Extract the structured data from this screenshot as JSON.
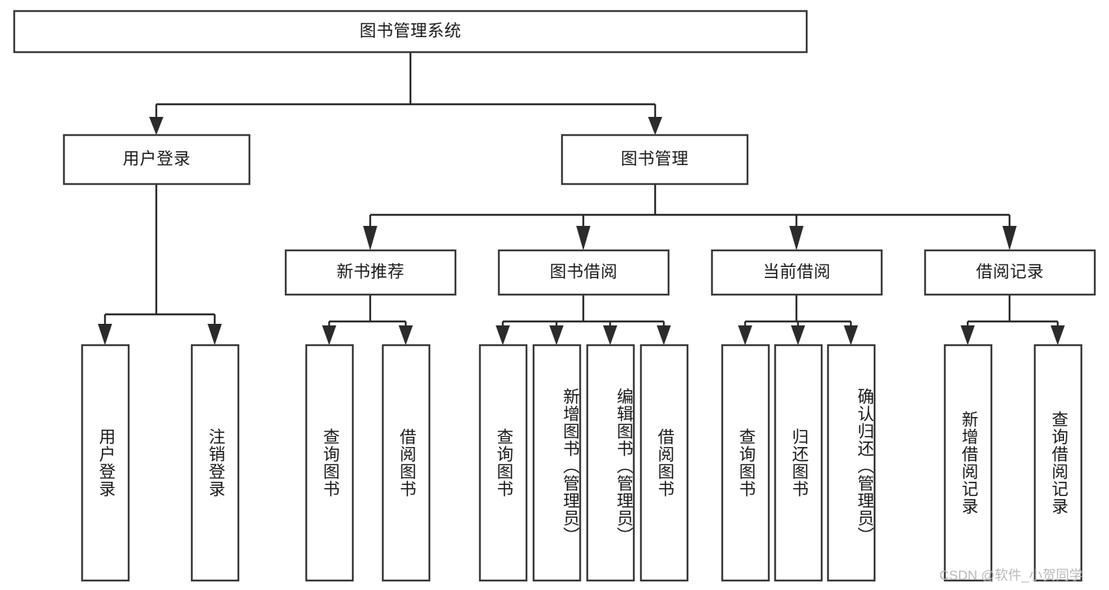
{
  "diagram": {
    "type": "hierarchy-tree",
    "title": "图书管理系统",
    "watermark": "CSDN @软件_小贺同学",
    "colors": {
      "box_stroke": "#3a3a3a",
      "connector": "#2b2b2b",
      "box_fill": "#ffffff",
      "text": "#1a1a1a",
      "watermark": "#b9b9b9"
    },
    "root": {
      "label": "图书管理系统"
    },
    "level2": [
      {
        "label": "用户登录"
      },
      {
        "label": "图书管理"
      }
    ],
    "level3": [
      {
        "label": "新书推荐"
      },
      {
        "label": "图书借阅"
      },
      {
        "label": "当前借阅"
      },
      {
        "label": "借阅记录"
      }
    ],
    "leaves": {
      "user_login": [
        {
          "label": "用户登录"
        },
        {
          "label": "注销登录"
        }
      ],
      "new_book_recommend": [
        {
          "label": "查询图书"
        },
        {
          "label": "借阅图书"
        }
      ],
      "book_borrow": [
        {
          "label": "查询图书"
        },
        {
          "label": "新增图书（管理员）"
        },
        {
          "label": "编辑图书（管理员）"
        },
        {
          "label": "借阅图书"
        }
      ],
      "current_borrow": [
        {
          "label": "查询图书"
        },
        {
          "label": "归还图书"
        },
        {
          "label": "确认归还（管理员）"
        }
      ],
      "borrow_record": [
        {
          "label": "新增借阅记录"
        },
        {
          "label": "查询借阅记录"
        }
      ]
    }
  }
}
